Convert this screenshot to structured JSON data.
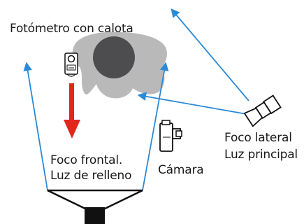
{
  "labels": {
    "photometer": "Fotómetro con calota",
    "fill_light_line1": "Foco frontal.",
    "fill_light_line2": "Luz de relleno",
    "camera": "Cámara",
    "key_light_line1": "Foco lateral",
    "key_light_line2": "Luz principal"
  },
  "colors": {
    "light_arrow": "#2b8ad6",
    "direction_arrow": "#e1261c",
    "subject": "#b9b9b9",
    "dome": "#4d4c4e",
    "outline": "#111111"
  },
  "icons": {
    "photometer": "light-meter-icon",
    "camera": "camera-icon",
    "fill_light": "softbox-light-icon",
    "key_light": "spotlight-icon"
  }
}
